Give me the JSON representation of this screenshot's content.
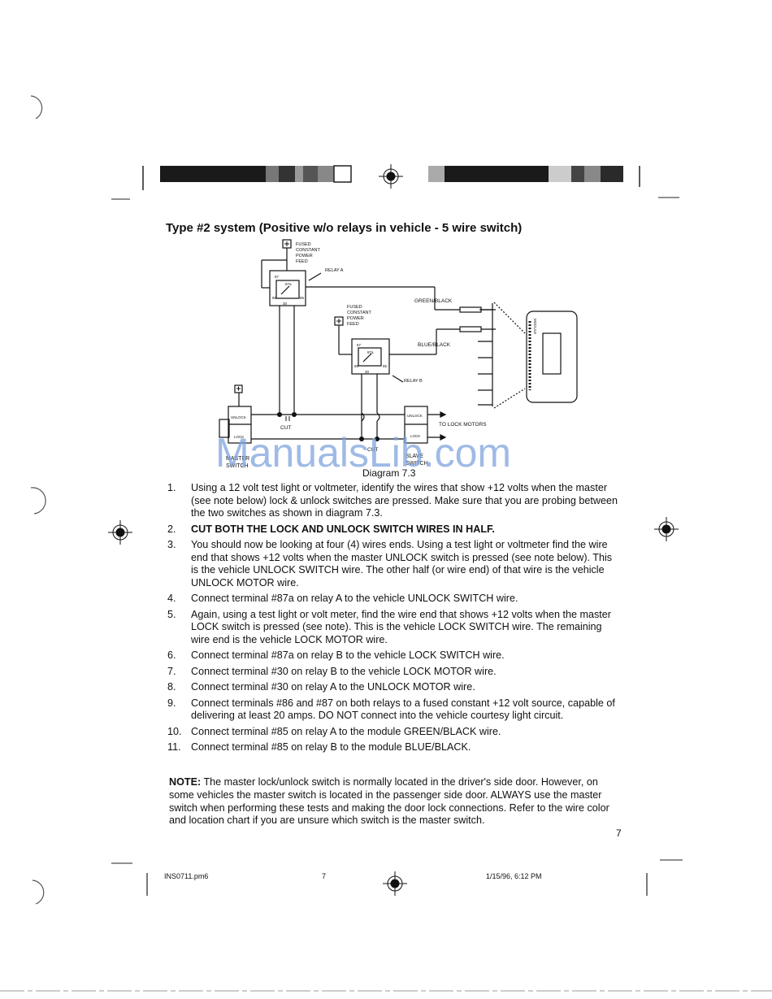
{
  "page": {
    "title": "Type #2 system (Positive w/o relays in vehicle - 5 wire switch)",
    "caption": "Diagram 7.3",
    "watermark": "ManualsLib.com",
    "page_number": "7",
    "footer": {
      "file": "INS0711.pm6",
      "page": "7",
      "date": "1/15/96, 6:12 PM"
    }
  },
  "diagram": {
    "labels": {
      "fused_a": [
        "FUSED",
        "CONSTANT",
        "POWER",
        "FEED"
      ],
      "relay_a": "RELAY A",
      "fused_b": [
        "FUSED",
        "CONSTANT",
        "POWER",
        "FEED"
      ],
      "relay_b": "RELAY B",
      "green_black": "GREEN/BLACK",
      "blue_black": "BLUE/BLACK",
      "module": "MODULE",
      "cut": "CUT",
      "cut_b": "CUT",
      "to_lock_motors": "TO LOCK MOTORS",
      "master_switch": [
        "MASTER",
        "SWITCH"
      ],
      "slave_switch": [
        "SLAVE",
        "SWITCH"
      ],
      "unlock": "UNLOCK",
      "lock": "LOCK",
      "pin_87": "87",
      "pin_87a": "87a",
      "pin_86": "86",
      "pin_85": "85",
      "pin_30": "30"
    }
  },
  "steps": [
    {
      "num": "1.",
      "text": "Using a 12 volt test light or voltmeter, identify the wires that show +12 volts when the master (see note below) lock & unlock switches are pressed. Make sure that you are probing between the two switches as shown in diagram 7.3."
    },
    {
      "num": "2.",
      "text": "CUT BOTH THE LOCK AND UNLOCK SWITCH WIRES IN HALF."
    },
    {
      "num": "3.",
      "text": "You should now be looking at four (4) wires ends. Using a test light or voltmeter find the wire end that shows +12 volts when the master UNLOCK switch is pressed (see note below). This is the vehicle UNLOCK SWITCH wire. The other half (or wire end) of that wire is the vehicle UNLOCK MOTOR wire."
    },
    {
      "num": "4.",
      "text": "Connect terminal #87a on relay A to the vehicle UNLOCK SWITCH wire."
    },
    {
      "num": "5.",
      "text": "Again, using a test light or volt meter, find the wire end that shows +12 volts when the master LOCK switch is pressed (see note). This is the vehicle LOCK SWITCH wire. The remaining wire end is the vehicle LOCK MOTOR wire."
    },
    {
      "num": "6.",
      "text": "Connect terminal #87a on relay B to the vehicle LOCK SWITCH wire."
    },
    {
      "num": "7.",
      "text": "Connect terminal #30 on relay B to the vehicle LOCK MOTOR wire."
    },
    {
      "num": "8.",
      "text": "Connect terminal #30 on relay A to the UNLOCK MOTOR wire."
    },
    {
      "num": "9.",
      "text": "Connect terminals #86 and #87 on both relays to a fused constant +12 volt source, capable of delivering at least 20 amps. DO NOT connect into the vehicle courtesy light circuit."
    },
    {
      "num": "10.",
      "text": "Connect terminal #85 on relay A to the module GREEN/BLACK wire."
    },
    {
      "num": "11.",
      "text": "Connect terminal #85 on relay B to the module BLUE/BLACK."
    }
  ],
  "note": {
    "label": "NOTE:",
    "text": " The master lock/unlock switch is normally located in the driver's side door. However, on some vehicles the master switch is located in the passenger side door. ALWAYS use the master switch when performing these tests and making the door lock connections. Refer to the wire color and location chart if you are unsure which switch is the master switch."
  }
}
